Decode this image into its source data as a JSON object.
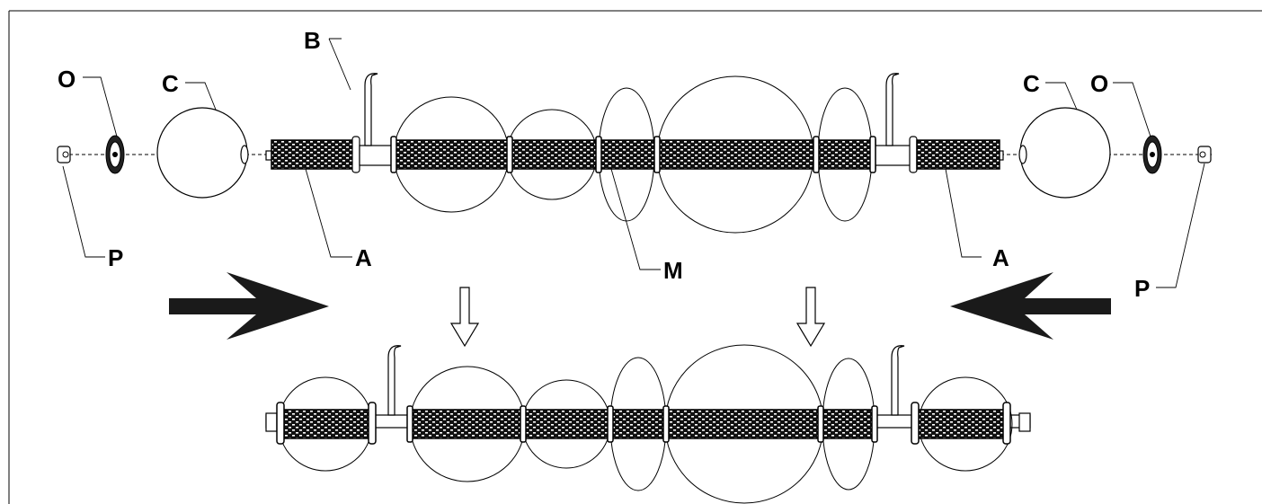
{
  "labels": {
    "b": "B",
    "o_left": "O",
    "c_left": "C",
    "p_left": "P",
    "a_left": "A",
    "m": "M",
    "a_right": "A",
    "c_right": "C",
    "o_right": "O",
    "p_right": "P"
  },
  "arrows": {
    "big_left_direction": "right",
    "big_right_direction": "left",
    "open_arrows_direction": "down"
  },
  "colors": {
    "line": "#000000",
    "background": "#ffffff",
    "big_arrow_fill": "#1a1a1a"
  }
}
